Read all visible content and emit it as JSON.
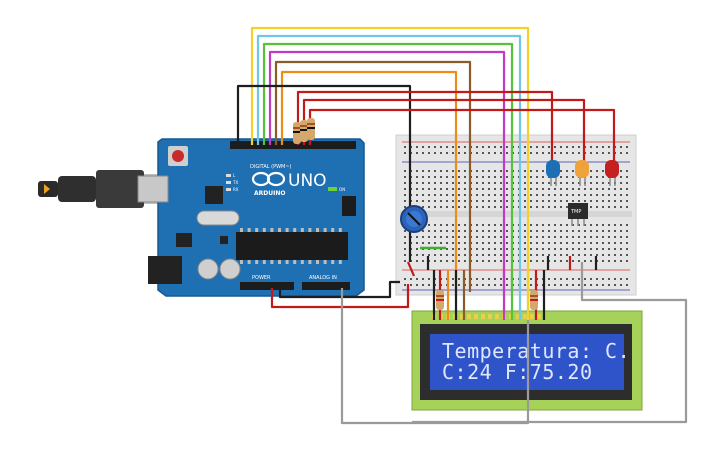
{
  "board": {
    "brand": "ARDUINO",
    "model": "UNO",
    "on_label": "ON",
    "digital_label": "DIGITAL (PWM~)",
    "power_label": "POWER",
    "analog_label": "ANALOG IN",
    "l_label": "L",
    "tx_label": "TX",
    "rx_label": "RX"
  },
  "lcd": {
    "line1": "Temperatura: C.",
    "line2": "C:24  F:75.20"
  },
  "sensor": {
    "label": "TMP"
  },
  "colors": {
    "board": "#1f6fb3",
    "lcd_pcb": "#a6d25a",
    "lcd_screen": "#2f53c9",
    "breadboard": "#e6e6e6",
    "led_blue": "#1d6fb4",
    "led_orange": "#f0a23a",
    "led_red": "#c61f1f"
  }
}
